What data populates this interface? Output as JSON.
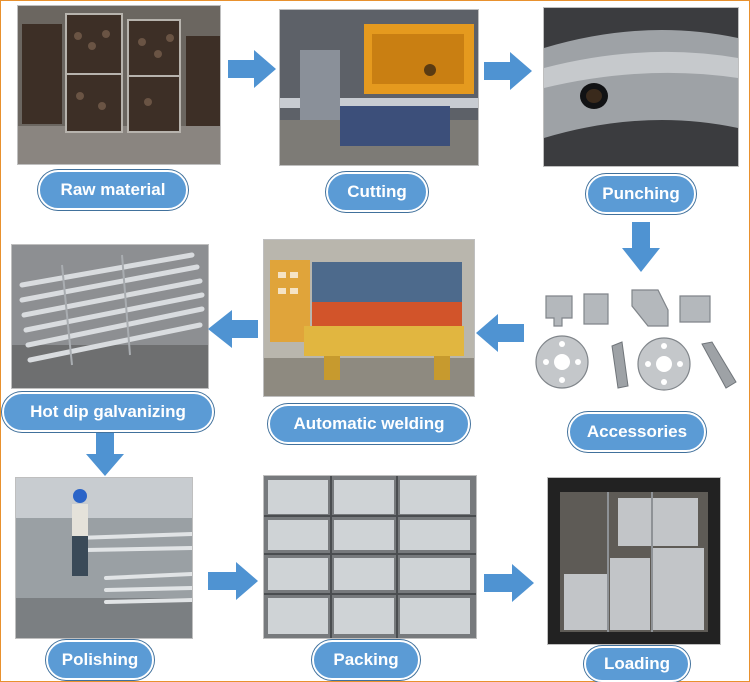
{
  "steps": [
    {
      "label": "Raw material",
      "icon": "raw-material-photo"
    },
    {
      "label": "Cutting",
      "icon": "cutting-machine-photo"
    },
    {
      "label": "Punching",
      "icon": "punched-tube-photo"
    },
    {
      "label": "Accessories",
      "icon": "accessories-photo"
    },
    {
      "label": "Automatic welding",
      "icon": "welding-machine-photo"
    },
    {
      "label": "Hot dip galvanizing",
      "icon": "galvanized-pipes-photo"
    },
    {
      "label": "Polishing",
      "icon": "polishing-worker-photo"
    },
    {
      "label": "Packing",
      "icon": "packed-scaffolding-photo"
    },
    {
      "label": "Loading",
      "icon": "container-loading-photo"
    }
  ],
  "colors": {
    "pill_fill": "#5b9bd5",
    "pill_border": "#41719c",
    "arrow_fill": "#4f93d2",
    "frame_border": "#e8912e"
  }
}
